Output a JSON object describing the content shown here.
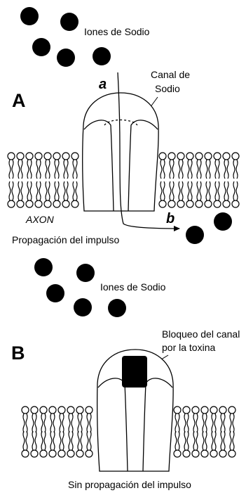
{
  "colors": {
    "ink": "#000000",
    "paper": "#ffffff"
  },
  "panel_a": {
    "label": "A",
    "ions_label": "Iones de Sodio",
    "channel_label_line1": "Canal de",
    "channel_label_line2": "Sodio",
    "path_start_label": "a",
    "path_end_label": "b",
    "membrane_label": "AXON",
    "caption": "Propagación del impulso"
  },
  "panel_b": {
    "label": "B",
    "ions_label": "Iones de Sodio",
    "block_label_line1": "Bloqueo del canal",
    "block_label_line2": "por la toxina",
    "caption": "Sin propagación del impulso"
  }
}
